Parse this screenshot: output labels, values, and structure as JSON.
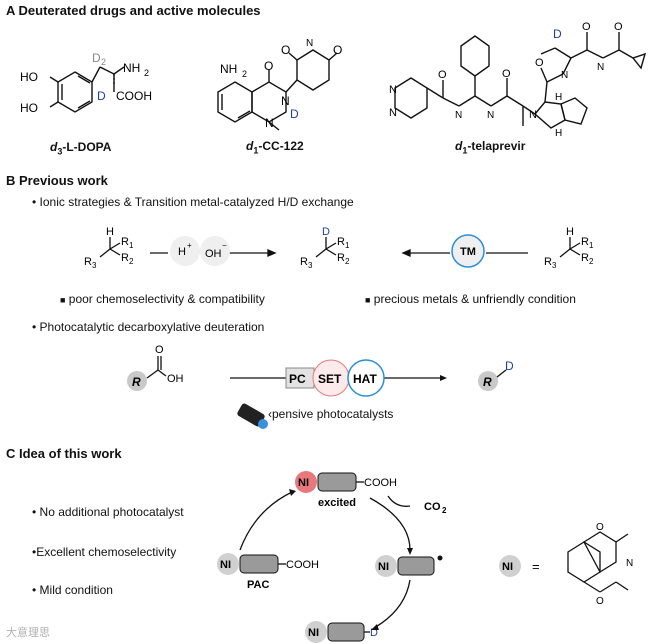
{
  "sectionA": {
    "title": "A Deuterated drugs and active molecules",
    "molecules": [
      {
        "prefix": "d",
        "sub": "3",
        "name": "-L-DOPA"
      },
      {
        "prefix": "d",
        "sub": "1",
        "name": "-CC-122"
      },
      {
        "prefix": "d",
        "sub": "1",
        "name": "-telaprevir"
      }
    ],
    "atoms": {
      "ho": "HO",
      "nh2": "NH",
      "nh2sub": "2",
      "cooh": "COOH",
      "d": "D",
      "d2": "D",
      "d2sub": "2",
      "n": "N",
      "o": "O",
      "h": "H"
    }
  },
  "sectionB": {
    "title": "B Previous work",
    "bullet1": "Ionic strategies & Transition metal-catalyzed H/D exchange",
    "reagents": {
      "hplus": "H",
      "ohminus": "OH",
      "tm": "TM"
    },
    "labels": {
      "r1": "R",
      "r2": "R",
      "r3": "R",
      "sub1": "1",
      "sub2": "2",
      "sub3": "3"
    },
    "drawbacks": [
      "poor chemoselectivity & compatibility",
      "precious metals & unfriendly condition"
    ],
    "bullet2": "Photocatalytic decarboxylative deuteration",
    "steps": [
      "PC",
      "SET",
      "HAT"
    ],
    "note": "‹pensive photocatalysts",
    "acid": {
      "r": "R",
      "oh": "OH",
      "o": "O"
    },
    "product": {
      "r": "R",
      "d": "D"
    }
  },
  "sectionC": {
    "title": "C Idea of this work",
    "features": [
      "No additional photocatalyst",
      "Excellent chemoselectivity",
      "Mild condition"
    ],
    "ni": "NI",
    "cooh": "COOH",
    "excited": "excited",
    "pac": "PAC",
    "co2": "CO",
    "co2sub": "2",
    "d": "D",
    "equals": "="
  },
  "watermark": "大意理思",
  "colors": {
    "deuterium": "#1f3fa6",
    "excited": "#e8787c",
    "cycle": "#2a8fd8",
    "gray": "#9a9a9a",
    "pale": "#efefef"
  }
}
